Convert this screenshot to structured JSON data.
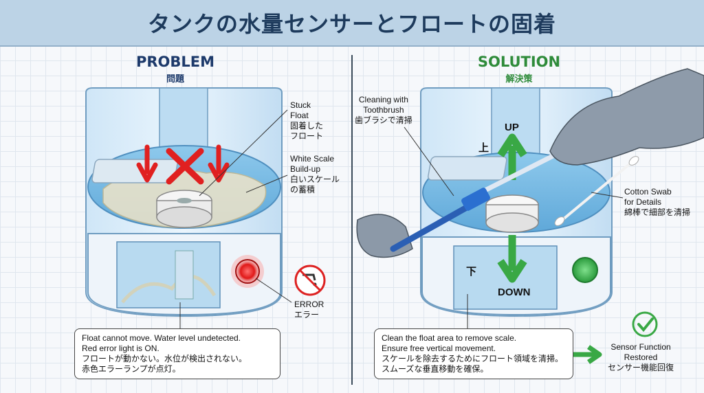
{
  "title": "タンクの水量センサーとフロートの固着",
  "problem": {
    "heading_en": "PROBLEM",
    "heading_jp": "問題",
    "stuck_float": [
      "Stuck",
      "Float",
      "固着した",
      "フロート"
    ],
    "scale": [
      "White Scale",
      "Build-up",
      "白いスケール",
      "の蓄積"
    ],
    "error": [
      "ERROR",
      "エラー"
    ],
    "description": [
      "Float cannot move. Water level undetected.",
      "Red error light is ON.",
      "フロートが動かない。水位が検出されない。",
      "赤色エラーランプが点灯。"
    ]
  },
  "solution": {
    "heading_en": "SOLUTION",
    "heading_jp": "解決策",
    "toothbrush": [
      "Cleaning with",
      "Toothbrush",
      "歯ブラシで清掃"
    ],
    "up_label": "UP",
    "up_jp": "上",
    "down_label": "DOWN",
    "down_jp": "下",
    "cotton": [
      "Cotton Swab",
      "for Details",
      "綿棒で細部を清掃"
    ],
    "description": [
      "Clean the float area to remove scale.",
      "Ensure free vertical movement.",
      "スケールを除去するためにフロート領域を清掃。",
      "スムーズな垂直移動を確保。"
    ],
    "result": [
      "Sensor Function",
      "Restored",
      "センサー機能回復"
    ]
  },
  "colors": {
    "problem_heading": "#1d3a6b",
    "solution_heading": "#2e8b3a",
    "error_red": "#e02020",
    "ok_green": "#2fa84a",
    "water": "#9fd0ee"
  }
}
